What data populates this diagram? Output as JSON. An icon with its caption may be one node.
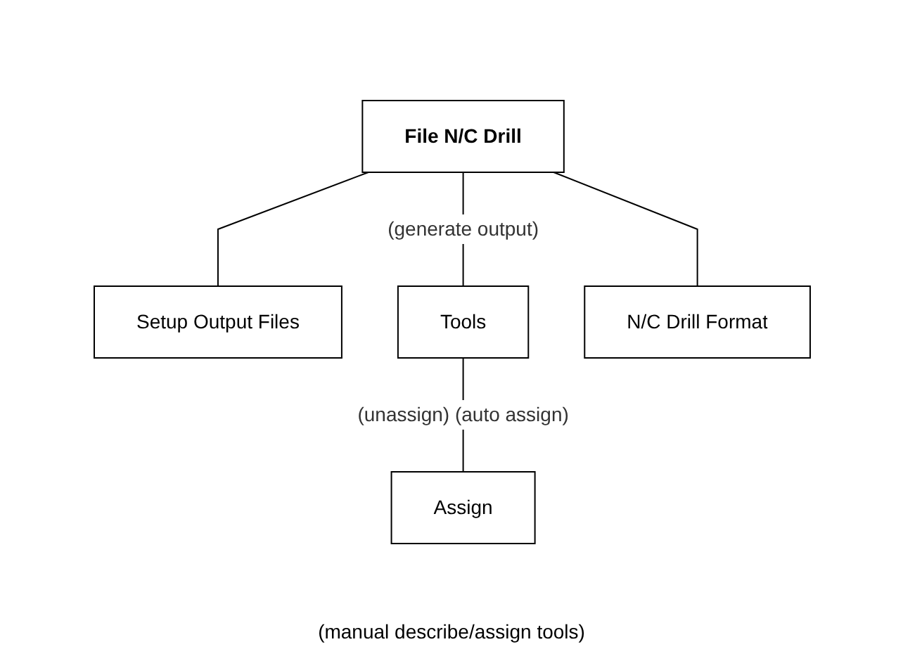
{
  "diagram": {
    "nodes": [
      {
        "text": [
          "File N/C Drill"
        ]
      },
      {
        "text": [
          "Setup Output Files"
        ]
      },
      {
        "text": [
          "Tools"
        ]
      },
      {
        "text": [
          "N/C Drill Format"
        ]
      },
      {
        "text": [
          "Assign"
        ]
      }
    ],
    "edges": [
      {
        "from": 0,
        "to": 1,
        "arrow": "none"
      },
      {
        "from": 0,
        "to": 2,
        "arrow": "none",
        "label": "(generate output)"
      },
      {
        "from": 0,
        "to": 3,
        "arrow": "none"
      },
      {
        "from": 2,
        "to": 4,
        "arrow": "none",
        "label": "(unassign) (auto assign)"
      }
    ],
    "labels": [
      "(manual describe/assign tools)"
    ]
  }
}
